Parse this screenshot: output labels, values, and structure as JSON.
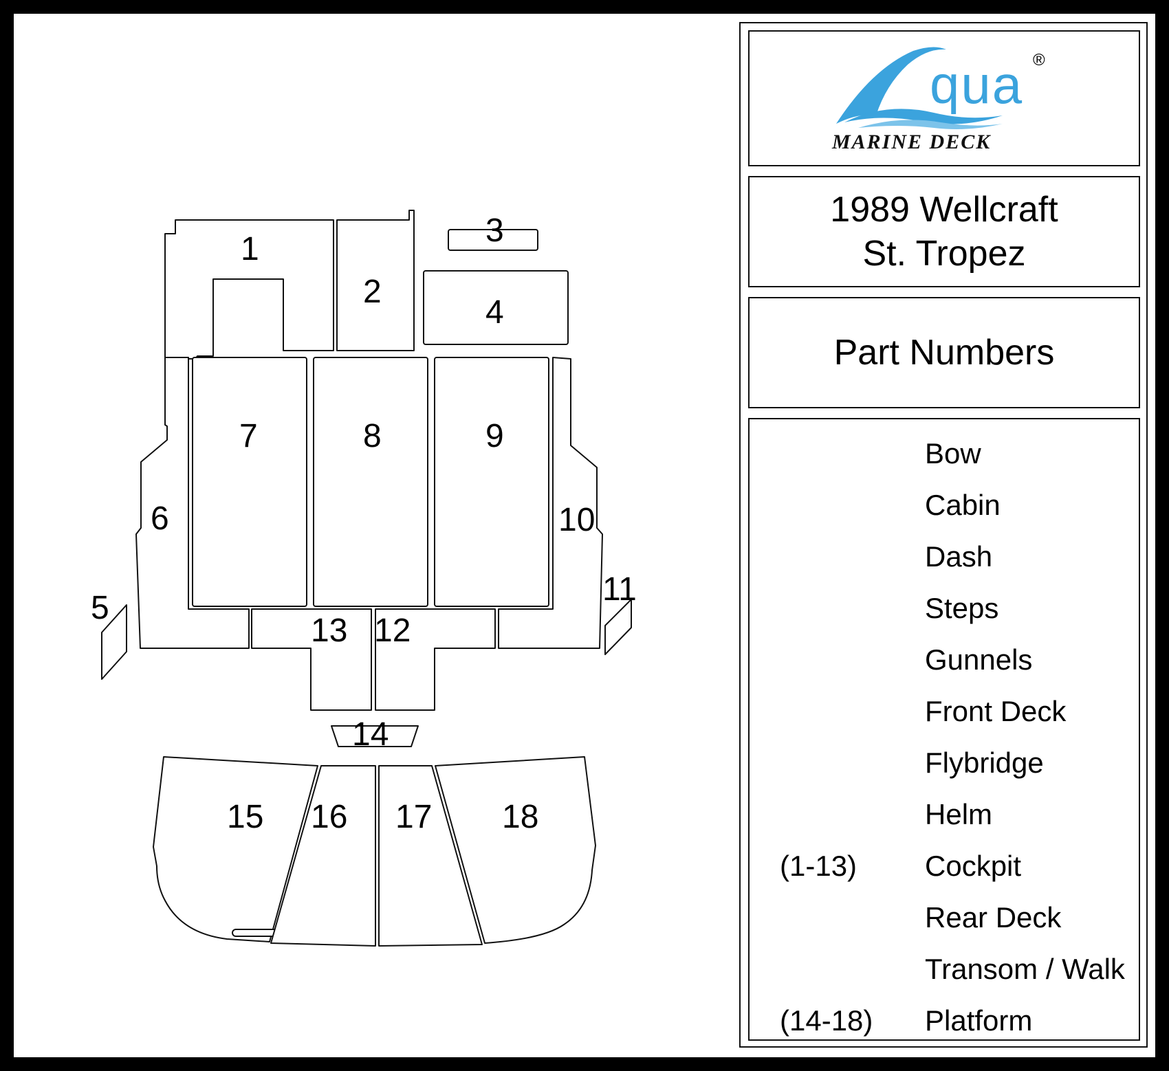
{
  "brand": {
    "logo_word": "qua",
    "registered": "®",
    "subtitle": "MARINE DECK",
    "accent": "#3ba3dd"
  },
  "title": {
    "line1": "1989 Wellcraft",
    "line2": "St. Tropez"
  },
  "part_numbers_heading": "Part Numbers",
  "sections": [
    {
      "range": "",
      "name": "Bow"
    },
    {
      "range": "",
      "name": "Cabin"
    },
    {
      "range": "",
      "name": "Dash"
    },
    {
      "range": "",
      "name": "Steps"
    },
    {
      "range": "",
      "name": "Gunnels"
    },
    {
      "range": "",
      "name": "Front Deck"
    },
    {
      "range": "",
      "name": "Flybridge"
    },
    {
      "range": "",
      "name": "Helm"
    },
    {
      "range": "(1-13)",
      "name": "Cockpit"
    },
    {
      "range": "",
      "name": "Rear Deck"
    },
    {
      "range": "",
      "name": "Transom / Walk"
    },
    {
      "range": "(14-18)",
      "name": "Platform"
    }
  ],
  "pieces": [
    "1",
    "2",
    "3",
    "4",
    "5",
    "6",
    "7",
    "8",
    "9",
    "10",
    "11",
    "12",
    "13",
    "14",
    "15",
    "16",
    "17",
    "18"
  ]
}
